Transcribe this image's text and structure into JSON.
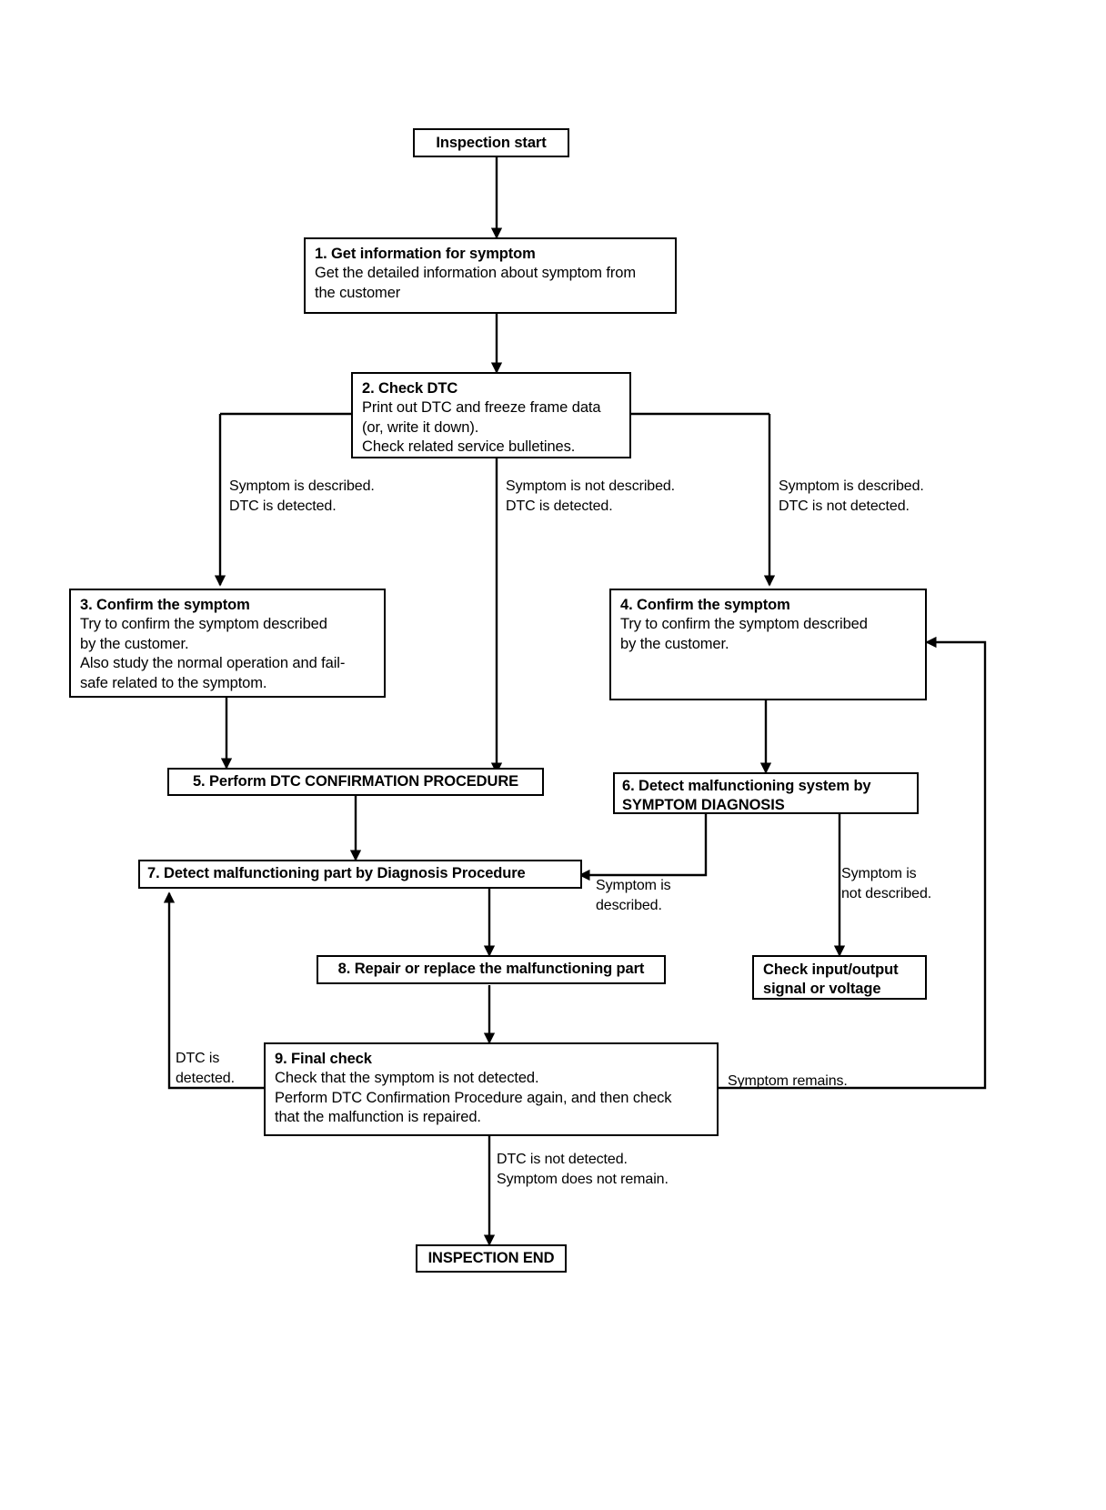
{
  "diagram": {
    "title": "Work Flow / Trouble Diagnosis Basic Inspection Flowchart",
    "type": "flowchart",
    "stroke_color": "#000000",
    "background_color": "#ffffff"
  },
  "nodes": {
    "start": {
      "lines": [
        "Inspection start"
      ]
    },
    "step1": {
      "title": "1. Get information for symptom",
      "lines": [
        "Get the detailed information about symptom from",
        "the customer"
      ]
    },
    "step2": {
      "title": "2. Check DTC",
      "lines": [
        "Print out DTC and freeze frame data",
        "(or, write it down).",
        "Check related service bulletines."
      ]
    },
    "step3": {
      "title": "3. Confirm the symptom",
      "lines": [
        "Try to confirm the symptom described",
        "by the customer.",
        "Also study the normal operation and fail-",
        "safe related to the symptom."
      ]
    },
    "step4": {
      "title": "4. Confirm the symptom",
      "lines": [
        "Try to confirm the symptom described",
        "by the customer."
      ]
    },
    "step5": {
      "title": "5. Perform DTC CONFIRMATION PROCEDURE",
      "lines": []
    },
    "step6": {
      "title": "6. Detect malfunctioning system by",
      "lines": [
        "SYMPTOM DIAGNOSIS"
      ]
    },
    "step7": {
      "title": "7. Detect malfunctioning part by Diagnosis Procedure",
      "lines": []
    },
    "step8": {
      "title": "8. Repair or replace the malfunctioning part",
      "lines": []
    },
    "step9": {
      "title": "9. Final check",
      "lines": [
        "Check that the symptom is not detected.",
        "Perform DTC Confirmation Procedure again, and then check",
        "that the malfunction is repaired."
      ]
    },
    "check_io": {
      "title": "Check input/output",
      "lines": [
        "signal or voltage"
      ]
    },
    "end": {
      "lines": [
        "INSPECTION END"
      ]
    }
  },
  "edge_labels": {
    "branch_left": [
      "Symptom is described.",
      "DTC is detected."
    ],
    "branch_middle": [
      "Symptom is not described.",
      "DTC is detected."
    ],
    "branch_right": [
      "Symptom is described.",
      "DTC is not detected."
    ],
    "symptom_described": [
      "Symptom is",
      "described."
    ],
    "symptom_not_described": [
      "Symptom is",
      "not described."
    ],
    "dtc_is_detected": [
      "DTC is",
      "detected."
    ],
    "symptom_remains": [
      "Symptom remains."
    ],
    "final_pass": [
      "DTC is not detected.",
      "Symptom does not remain."
    ]
  }
}
